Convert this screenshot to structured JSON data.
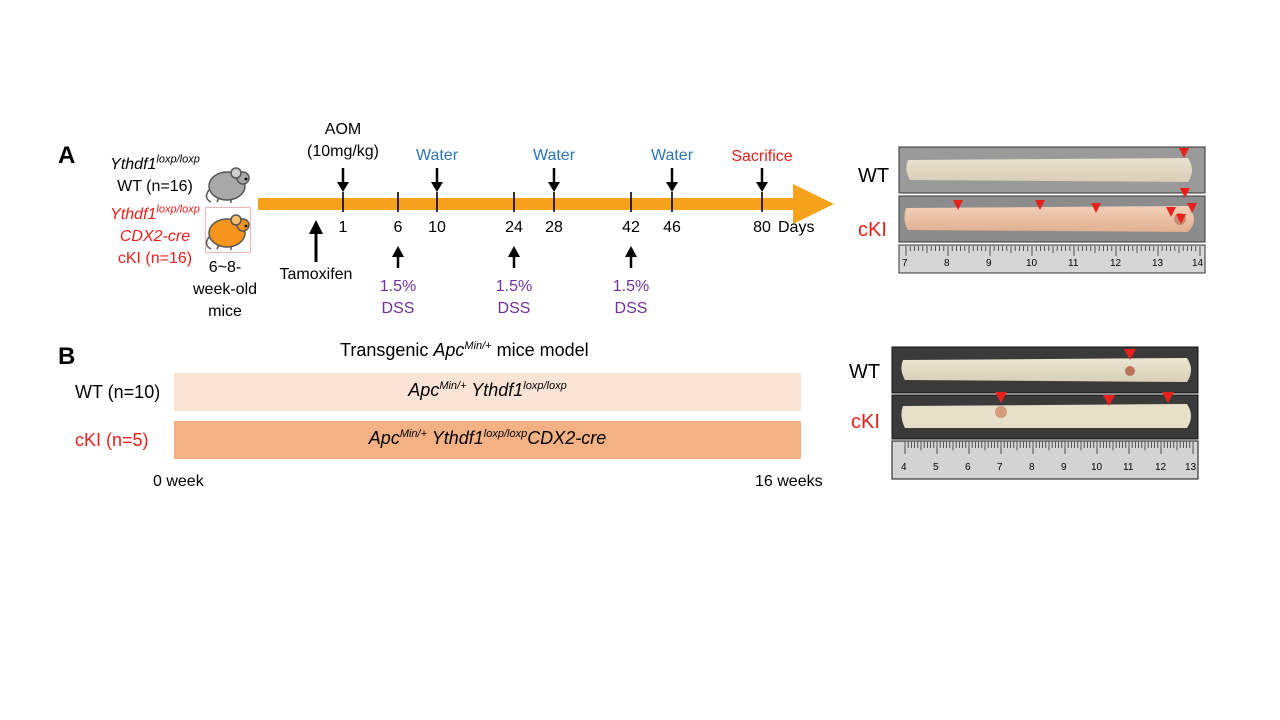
{
  "panel_a": {
    "letter": "A",
    "wt_group": {
      "gene": "Ythdf1",
      "gene_sup": "loxp/loxp",
      "label": "WT (n=16)"
    },
    "cki_group": {
      "gene": "Ythdf1",
      "gene_sup": "loxp/loxp",
      "cre": "CDX2-cre",
      "label": "cKI (n=16)"
    },
    "age": [
      "6~8-",
      "week-old",
      "mice"
    ],
    "aom": {
      "line1": "AOM",
      "line2": "(10mg/kg)"
    },
    "water_label": "Water",
    "sacrifice_label": "Sacrifice",
    "ticks": [
      "1",
      "6",
      "10",
      "24",
      "28",
      "42",
      "46",
      "80"
    ],
    "days_label": "Days",
    "tamoxifen_label": "Tamoxifen",
    "dss": {
      "line1": "1.5%",
      "line2": "DSS"
    },
    "photo": {
      "wt_label": "WT",
      "cki_label": "cKI",
      "ruler_ticks": [
        "7",
        "8",
        "9",
        "10",
        "11",
        "12",
        "13",
        "14"
      ]
    }
  },
  "panel_b": {
    "letter": "B",
    "title_pre": "Transgenic ",
    "title_gene": "Apc",
    "title_sup": "Min/+",
    "title_post": " mice model",
    "wt_label": "WT (n=10)",
    "cki_label": "cKI (n=5)",
    "wt_bar": {
      "g1": "Apc",
      "s1": "Min/+",
      "g2": " Ythdf1",
      "s2": "loxp/loxp"
    },
    "cki_bar": {
      "g1": "Apc",
      "s1": "Min/+",
      "g2": " Ythdf1",
      "s2": "loxp/loxp",
      "cre": "CDX2-cre"
    },
    "start_label": "0 week",
    "end_label": "16 weeks",
    "photo": {
      "wt_label": "WT",
      "cki_label": "cKI",
      "ruler_ticks": [
        "4",
        "5",
        "6",
        "7",
        "8",
        "9",
        "10",
        "11",
        "12",
        "13"
      ]
    }
  },
  "colors": {
    "timeline": "#f7a21b",
    "red": "#e8201c",
    "water": "#2b73b6",
    "dss": "#7030a0",
    "wt_bar": "#fbe4d5",
    "cki_bar": "#f4b183"
  }
}
